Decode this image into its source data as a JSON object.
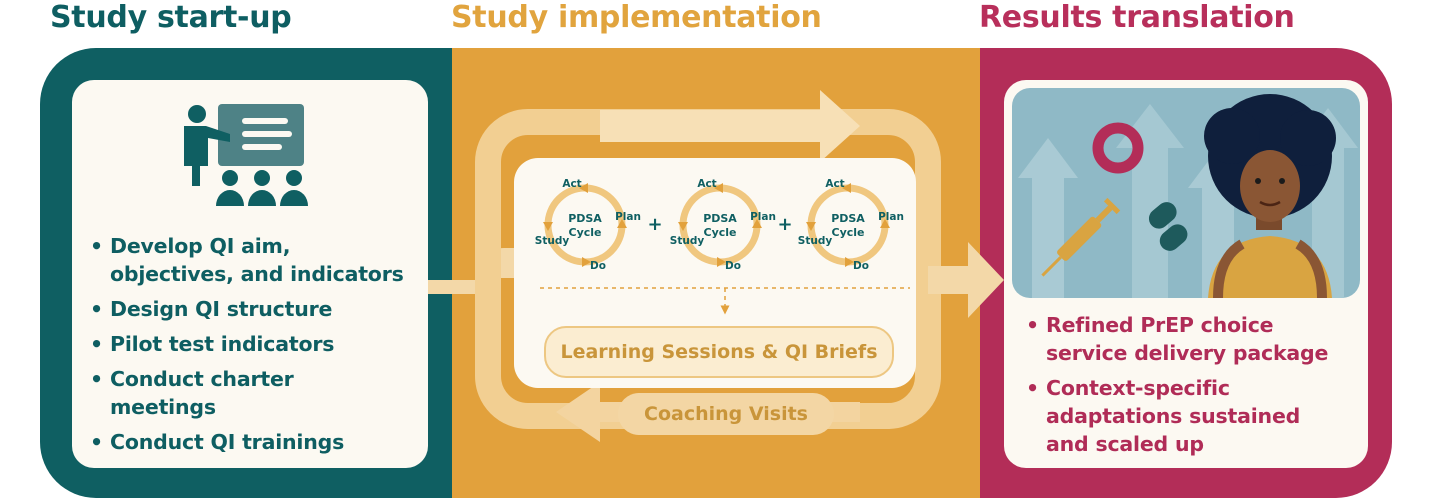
{
  "phases": {
    "startup": {
      "title": "Study start-up",
      "items": [
        {
          "line1": "Develop QI aim,",
          "line2": "objectives, and indicators"
        },
        {
          "line1": "Design QI structure"
        },
        {
          "line1": "Pilot test indicators"
        },
        {
          "line1": "Conduct charter",
          "line2": "meetings"
        },
        {
          "line1": "Conduct QI trainings"
        }
      ]
    },
    "implementation": {
      "title": "Study implementation",
      "cycles": [
        {
          "act": "Act",
          "plan": "Plan",
          "do": "Do",
          "study": "Study",
          "center1": "PDSA",
          "center2": "Cycle"
        },
        {
          "act": "Act",
          "plan": "Plan",
          "do": "Do",
          "study": "Study",
          "center1": "PDSA",
          "center2": "Cycle"
        },
        {
          "act": "Act",
          "plan": "Plan",
          "do": "Do",
          "study": "Study",
          "center1": "PDSA",
          "center2": "Cycle"
        }
      ],
      "plus": [
        "+",
        "+"
      ],
      "learning": "Learning Sessions & QI Briefs",
      "coaching": "Coaching Visits"
    },
    "translation": {
      "title": "Results translation",
      "items": [
        {
          "line1": "Refined PrEP choice",
          "line2": "service delivery package"
        },
        {
          "line1": "Context-specific",
          "line2": "adaptations sustained",
          "line3": "and scaled up"
        }
      ]
    }
  },
  "bullet": "•",
  "icons": {
    "startup": "presenter-classroom-icon",
    "translation": "woman-with-prep-options-illustration"
  },
  "colors": {
    "teal": "#0f5f62",
    "gold": "#e2a13c",
    "magenta": "#b32d58",
    "cream": "#fcf9f2"
  }
}
